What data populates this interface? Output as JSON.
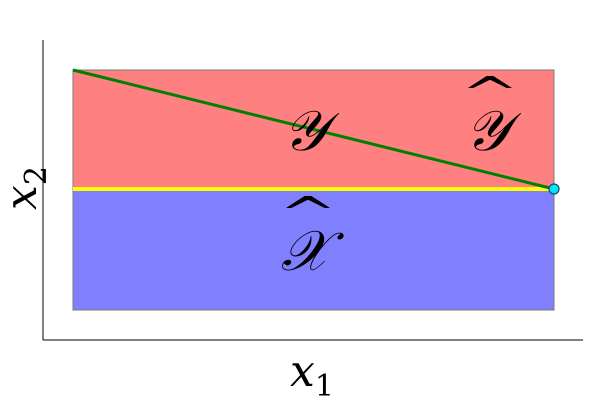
{
  "axes": {
    "xlabel": "x",
    "xlabel_sub": "1",
    "ylabel": "x",
    "ylabel_sub": "2",
    "ticks": "none",
    "frame": "left-and-bottom"
  },
  "regions": [
    {
      "id": "upper",
      "color": "#ff8080"
    },
    {
      "id": "lower",
      "color": "#8080ff"
    }
  ],
  "labels": {
    "region_y": "𝒴",
    "region_y_hat": "𝒴",
    "region_x_hat": "𝒳",
    "hat_glyph": "^"
  },
  "boundary_color": "#ffff00",
  "line_color": "#008000",
  "marker": {
    "fill": "#00e5ff",
    "edge": "#1a4a66"
  },
  "border_color": "#7a7a7a"
}
